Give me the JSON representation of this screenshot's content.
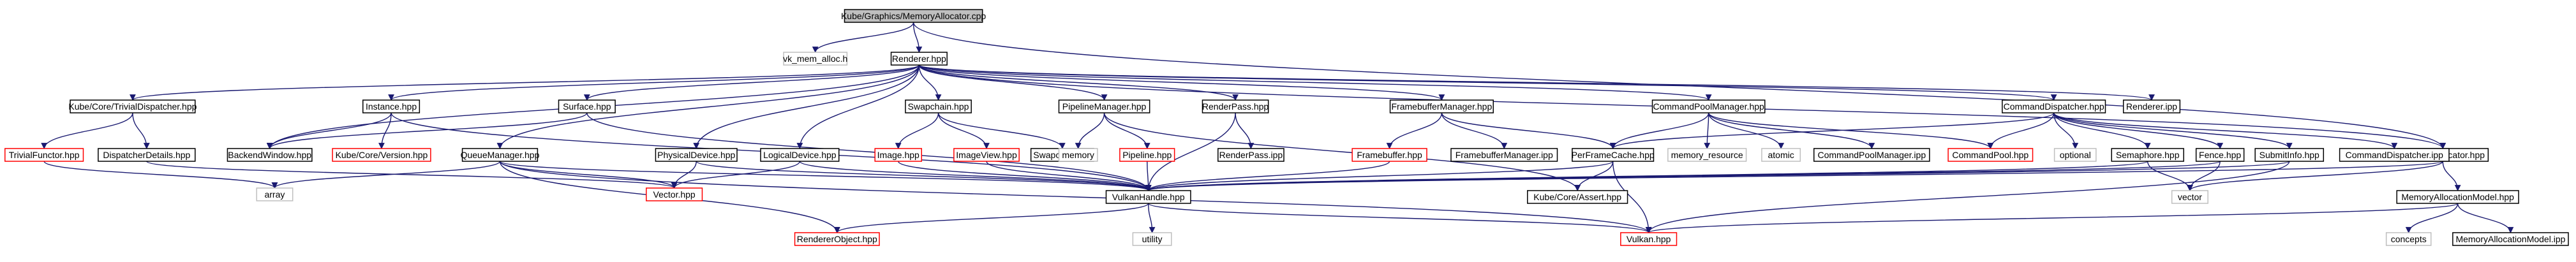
{
  "graph": {
    "root": "Kube/Graphics/MemoryAllocator.cpp",
    "nodes": [
      {
        "id": "root",
        "label": "Kube/Graphics/MemoryAllocator.cpp",
        "style": "root"
      },
      {
        "id": "vk_mem_alloc",
        "label": "vk_mem_alloc.h",
        "style": "gray"
      },
      {
        "id": "Renderer_hpp",
        "label": "Renderer.hpp",
        "style": "normal"
      },
      {
        "id": "TrivialDispatcher",
        "label": "Kube/Core/TrivialDispatcher.hpp",
        "style": "normal"
      },
      {
        "id": "Instance",
        "label": "Instance.hpp",
        "style": "normal"
      },
      {
        "id": "Surface",
        "label": "Surface.hpp",
        "style": "normal"
      },
      {
        "id": "QueueManager",
        "label": "QueueManager.hpp",
        "style": "normal"
      },
      {
        "id": "PhysicalDevice",
        "label": "PhysicalDevice.hpp",
        "style": "normal"
      },
      {
        "id": "LogicalDevice",
        "label": "LogicalDevice.hpp",
        "style": "normal"
      },
      {
        "id": "Swapchain",
        "label": "Swapchain.hpp",
        "style": "normal"
      },
      {
        "id": "PipelineManager",
        "label": "PipelineManager.hpp",
        "style": "normal"
      },
      {
        "id": "RenderPass",
        "label": "RenderPass.hpp",
        "style": "normal"
      },
      {
        "id": "FramebufferManager",
        "label": "FramebufferManager.hpp",
        "style": "normal"
      },
      {
        "id": "CommandPoolManager",
        "label": "CommandPoolManager.hpp",
        "style": "normal"
      },
      {
        "id": "CommandDispatcher",
        "label": "CommandDispatcher.hpp",
        "style": "normal"
      },
      {
        "id": "Renderer_ipp",
        "label": "Renderer.ipp",
        "style": "normal"
      },
      {
        "id": "MemoryAllocator",
        "label": "MemoryAllocator.hpp",
        "style": "normal"
      },
      {
        "id": "TrivialFunctor",
        "label": "TrivialFunctor.hpp",
        "style": "red"
      },
      {
        "id": "DispatcherDetails",
        "label": "DispatcherDetails.hpp",
        "style": "normal"
      },
      {
        "id": "BackendWindow",
        "label": "BackendWindow.hpp",
        "style": "normal"
      },
      {
        "id": "CoreVersion",
        "label": "Kube/Core/Version.hpp",
        "style": "red"
      },
      {
        "id": "ImageHpp",
        "label": "Image.hpp",
        "style": "red"
      },
      {
        "id": "ImageView",
        "label": "ImageView.hpp",
        "style": "red"
      },
      {
        "id": "Swapchain_ipp",
        "label": "Swapchain.ipp",
        "style": "normal"
      },
      {
        "id": "memory",
        "label": "memory",
        "style": "gray"
      },
      {
        "id": "Pipeline",
        "label": "Pipeline.hpp",
        "style": "red"
      },
      {
        "id": "RenderPass_ipp",
        "label": "RenderPass.ipp",
        "style": "normal"
      },
      {
        "id": "Framebuffer",
        "label": "Framebuffer.hpp",
        "style": "red"
      },
      {
        "id": "FramebufferManager_ipp",
        "label": "FramebufferManager.ipp",
        "style": "normal"
      },
      {
        "id": "PerFrameCache",
        "label": "PerFrameCache.hpp",
        "style": "normal"
      },
      {
        "id": "memory_resource",
        "label": "memory_resource",
        "style": "gray"
      },
      {
        "id": "atomic",
        "label": "atomic",
        "style": "gray"
      },
      {
        "id": "CommandPoolManager_ipp",
        "label": "CommandPoolManager.ipp",
        "style": "normal"
      },
      {
        "id": "CommandPool",
        "label": "CommandPool.hpp",
        "style": "red"
      },
      {
        "id": "optional",
        "label": "optional",
        "style": "gray"
      },
      {
        "id": "Semaphore",
        "label": "Semaphore.hpp",
        "style": "normal"
      },
      {
        "id": "Fence",
        "label": "Fence.hpp",
        "style": "normal"
      },
      {
        "id": "SubmitInfo",
        "label": "SubmitInfo.hpp",
        "style": "normal"
      },
      {
        "id": "CommandDispatcher_ipp",
        "label": "CommandDispatcher.ipp",
        "style": "normal"
      },
      {
        "id": "array",
        "label": "array",
        "style": "gray"
      },
      {
        "id": "Vector",
        "label": "Vector.hpp",
        "style": "red"
      },
      {
        "id": "VulkanHandle",
        "label": "VulkanHandle.hpp",
        "style": "normal"
      },
      {
        "id": "Assert",
        "label": "Kube/Core/Assert.hpp",
        "style": "normal"
      },
      {
        "id": "vector",
        "label": "vector",
        "style": "gray"
      },
      {
        "id": "MemoryAllocationModel",
        "label": "MemoryAllocationModel.hpp",
        "style": "normal"
      },
      {
        "id": "RendererObject",
        "label": "RendererObject.hpp",
        "style": "red"
      },
      {
        "id": "utility",
        "label": "utility",
        "style": "gray"
      },
      {
        "id": "Vulkan",
        "label": "Vulkan.hpp",
        "style": "red"
      },
      {
        "id": "concepts",
        "label": "concepts",
        "style": "gray"
      },
      {
        "id": "MemoryAllocationModel_ipp",
        "label": "MemoryAllocationModel.ipp",
        "style": "normal"
      }
    ],
    "edges": [
      [
        "root",
        "vk_mem_alloc"
      ],
      [
        "root",
        "Renderer_hpp"
      ],
      [
        "root",
        "MemoryAllocator"
      ],
      [
        "Renderer_hpp",
        "TrivialDispatcher"
      ],
      [
        "Renderer_hpp",
        "Instance"
      ],
      [
        "Renderer_hpp",
        "Surface"
      ],
      [
        "Renderer_hpp",
        "QueueManager"
      ],
      [
        "Renderer_hpp",
        "PhysicalDevice"
      ],
      [
        "Renderer_hpp",
        "LogicalDevice"
      ],
      [
        "Renderer_hpp",
        "Swapchain"
      ],
      [
        "Renderer_hpp",
        "PipelineManager"
      ],
      [
        "Renderer_hpp",
        "RenderPass"
      ],
      [
        "Renderer_hpp",
        "FramebufferManager"
      ],
      [
        "Renderer_hpp",
        "CommandPoolManager"
      ],
      [
        "Renderer_hpp",
        "CommandDispatcher"
      ],
      [
        "Renderer_hpp",
        "Renderer_ipp"
      ],
      [
        "Renderer_hpp",
        "MemoryAllocator"
      ],
      [
        "Renderer_hpp",
        "BackendWindow"
      ],
      [
        "TrivialDispatcher",
        "TrivialFunctor"
      ],
      [
        "TrivialDispatcher",
        "DispatcherDetails"
      ],
      [
        "TrivialFunctor",
        "array"
      ],
      [
        "DispatcherDetails",
        "Vector"
      ],
      [
        "Instance",
        "BackendWindow"
      ],
      [
        "Instance",
        "CoreVersion"
      ],
      [
        "Instance",
        "VulkanHandle"
      ],
      [
        "Surface",
        "BackendWindow"
      ],
      [
        "Surface",
        "VulkanHandle"
      ],
      [
        "QueueManager",
        "array"
      ],
      [
        "QueueManager",
        "Vector"
      ],
      [
        "QueueManager",
        "VulkanHandle"
      ],
      [
        "QueueManager",
        "RendererObject"
      ],
      [
        "QueueManager",
        "Vulkan"
      ],
      [
        "PhysicalDevice",
        "Vector"
      ],
      [
        "PhysicalDevice",
        "VulkanHandle"
      ],
      [
        "LogicalDevice",
        "Vector"
      ],
      [
        "LogicalDevice",
        "VulkanHandle"
      ],
      [
        "Swapchain",
        "ImageHpp"
      ],
      [
        "Swapchain",
        "ImageView"
      ],
      [
        "Swapchain",
        "Swapchain_ipp"
      ],
      [
        "ImageHpp",
        "VulkanHandle"
      ],
      [
        "ImageView",
        "VulkanHandle"
      ],
      [
        "PipelineManager",
        "memory"
      ],
      [
        "PipelineManager",
        "Pipeline"
      ],
      [
        "PipelineManager",
        "Assert"
      ],
      [
        "Pipeline",
        "VulkanHandle"
      ],
      [
        "RenderPass",
        "VulkanHandle"
      ],
      [
        "RenderPass",
        "RenderPass_ipp"
      ],
      [
        "FramebufferManager",
        "Framebuffer"
      ],
      [
        "FramebufferManager",
        "FramebufferManager_ipp"
      ],
      [
        "FramebufferManager",
        "PerFrameCache"
      ],
      [
        "Framebuffer",
        "VulkanHandle"
      ],
      [
        "CommandPoolManager",
        "PerFrameCache"
      ],
      [
        "CommandPoolManager",
        "memory_resource"
      ],
      [
        "CommandPoolManager",
        "atomic"
      ],
      [
        "CommandPoolManager",
        "CommandPoolManager_ipp"
      ],
      [
        "CommandPoolManager",
        "CommandPool"
      ],
      [
        "CommandDispatcher",
        "PerFrameCache"
      ],
      [
        "CommandDispatcher",
        "CommandPool"
      ],
      [
        "CommandDispatcher",
        "optional"
      ],
      [
        "CommandDispatcher",
        "Semaphore"
      ],
      [
        "CommandDispatcher",
        "Fence"
      ],
      [
        "CommandDispatcher",
        "SubmitInfo"
      ],
      [
        "CommandDispatcher",
        "CommandDispatcher_ipp"
      ],
      [
        "PerFrameCache",
        "VulkanHandle"
      ],
      [
        "PerFrameCache",
        "Assert"
      ],
      [
        "PerFrameCache",
        "Vulkan"
      ],
      [
        "Semaphore",
        "VulkanHandle"
      ],
      [
        "Semaphore",
        "vector"
      ],
      [
        "Fence",
        "VulkanHandle"
      ],
      [
        "Fence",
        "vector"
      ],
      [
        "SubmitInfo",
        "VulkanHandle"
      ],
      [
        "SubmitInfo",
        "Vulkan"
      ],
      [
        "MemoryAllocator",
        "VulkanHandle"
      ],
      [
        "MemoryAllocator",
        "vector"
      ],
      [
        "MemoryAllocator",
        "MemoryAllocationModel"
      ],
      [
        "MemoryAllocationModel",
        "Vulkan"
      ],
      [
        "MemoryAllocationModel",
        "concepts"
      ],
      [
        "MemoryAllocationModel",
        "MemoryAllocationModel_ipp"
      ],
      [
        "VulkanHandle",
        "RendererObject"
      ],
      [
        "VulkanHandle",
        "utility"
      ],
      [
        "VulkanHandle",
        "Vulkan"
      ]
    ]
  }
}
